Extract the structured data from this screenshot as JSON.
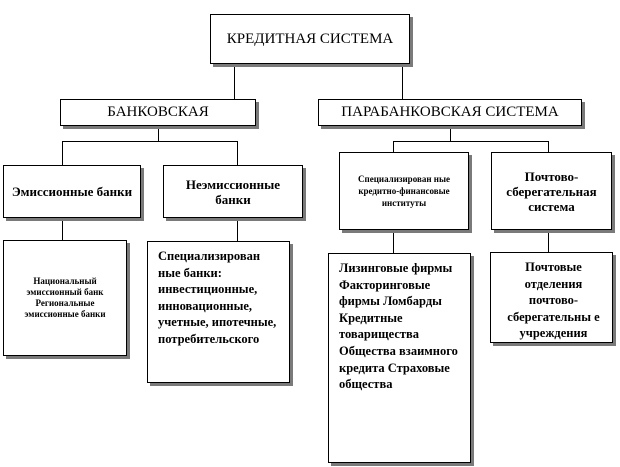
{
  "diagram": {
    "root": "КРЕДИТНАЯ СИСТЕМА",
    "banking": "БАНКОВСКАЯ",
    "parabanking": "ПАРАБАНКОВСКАЯ СИСТЕМА",
    "emission_banks": "Эмиссионные банки",
    "non_emission_banks": "Неэмиссионные банки",
    "specialized_institutions": "Специализирован ные кредитно-финансовые институты",
    "postal_savings_system": "Почтово-сберегательная система",
    "emission_list": "Национальный эмиссионный банк Региональные эмиссионные банки",
    "non_emission_list": "Специализирован ные банки: инвестиционные, инновационные, учетные, ипотечные, потребительского",
    "specialized_list": "Лизинговые фирмы Факторинговые фирмы Ломбарды Кредитные товарищества Общества взаимного кредита Страховые общества",
    "postal_list": "Почтовые отделения почтово-сберегательны е учреждения"
  }
}
